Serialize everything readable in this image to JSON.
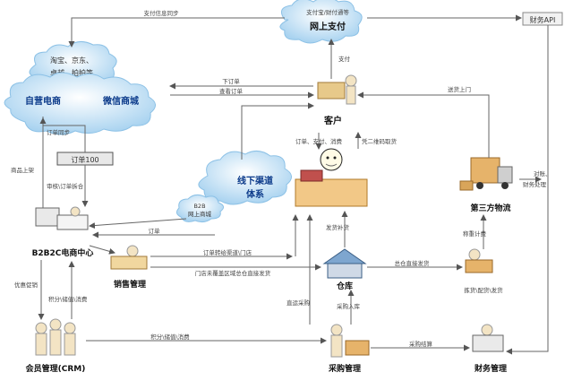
{
  "clouds": {
    "online_pay": {
      "line1": "支付宝/财付通等",
      "line2": "网上支付"
    },
    "platforms": {
      "line1": "淘宝、京东、",
      "line2": "卓越、拍拍等"
    },
    "self_ecommerce": "自营电商",
    "wechat_mall": "微信商城",
    "offline": {
      "line1": "线下渠道",
      "line2": "体系"
    },
    "b2b_small": {
      "line1": "B2B",
      "line2": "网上商城"
    }
  },
  "nodes": {
    "finance_api": "财务API",
    "order100": "订单100",
    "customer": "客户",
    "b2b2c": "B2B2C电商中心",
    "sales_mgmt": "销售管理",
    "warehouse": "仓库",
    "third_party": "第三方物流",
    "crm": "会员管理(CRM)",
    "purchase_mgmt": "采购管理",
    "finance_mgmt": "财务管理"
  },
  "edges": {
    "pay_sync": "支付信息同步",
    "pay": "支付",
    "place_order": "下订单",
    "check_order": "查看订单",
    "order_sync": "订单同步",
    "list_product": "商品上架",
    "audit_split": "审核\\订单拆合",
    "order": "订单",
    "order_to_channel": "订单转给渠道\\门店",
    "store_cover": "门店未覆盖区域总仓直接发货",
    "order_pay_ship": "订单、支付、消费",
    "qr_pickup": "凭二维码取货",
    "deliver_door": "送货上门",
    "reconcile": "对账、",
    "finance_process": "财务处理",
    "ship_replenish": "发货补货",
    "warehouse_direct": "总仓直接发货",
    "weigh_bill": "称重计费",
    "pick_ship": "拣货\\配货\\发货",
    "coupon": "优惠促销",
    "points_store": "积分\\储值\\消费",
    "points_store2": "积分\\储值\\消费",
    "direct_purchase": "直运采购",
    "purchase_in": "采购入库",
    "purchase_settle": "采购结算"
  }
}
